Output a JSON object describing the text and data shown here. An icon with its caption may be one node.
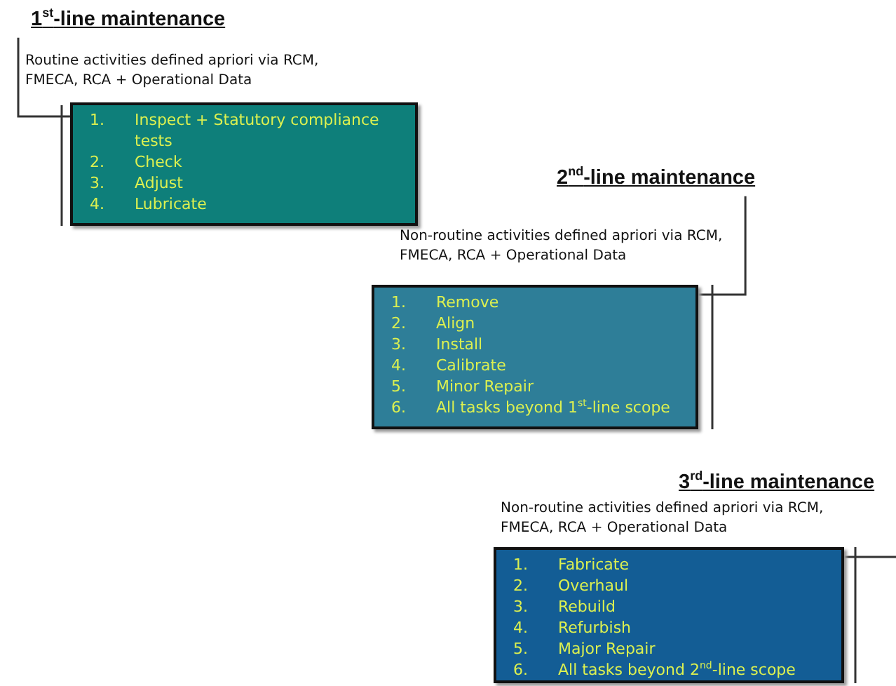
{
  "diagram": {
    "nodes": [
      {
        "text": [
          "1$^{st}$-line maintenance"
        ]
      },
      {
        "text": [
          "1.",
          "Inspect + Statutory compliance tests",
          "2.",
          "Check",
          "3.",
          "Adjust",
          "4.",
          "Lubricate"
        ],
        "beside": [
          "Routine activities defined apriori via RCM, FMECA, RCA + Operational Data"
        ]
      },
      {
        "text": [
          "2$^{nd}$-line maintenance"
        ]
      },
      {
        "text": [
          "1.",
          "Remove",
          "2.",
          "Align",
          "3.",
          "Install",
          "4.",
          "Calibrate",
          "5.",
          "Minor Repair",
          "6.",
          "All tasks beyond 1$^{st}$-line scope"
        ]
      },
      {
        "text": [
          "3$^{rd}$-line maintenance"
        ]
      },
      {
        "text": [
          "1.",
          "Fabricate",
          "2.",
          "Overhaul",
          "3.",
          "Rebuild",
          "4.",
          "Refurbish",
          "5.",
          "Major Repair",
          "6.",
          "All tasks beyond 2$^{nd}$-line scope"
        ]
      }
    ],
    "labels": [
      "Non-routine activities defined apriori via RCM, FMECA, RCA + Operational Data",
      "Non-routine activities defined apriori via RCM, FMECA, RCA + Operational Data"
    ],
    "edges": [
      {
        "from": 0,
        "to": 1,
        "arrow": "none"
      },
      {
        "from": 2,
        "to": 3,
        "arrow": "none"
      },
      {
        "from": 5,
        "to": null,
        "arrow": "none"
      }
    ]
  }
}
